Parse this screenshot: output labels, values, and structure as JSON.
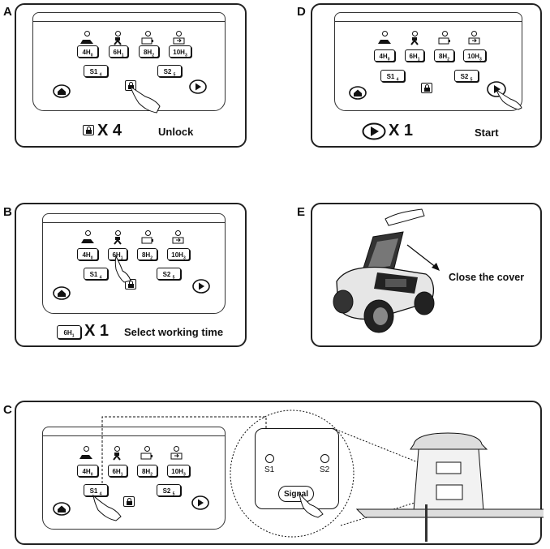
{
  "labels": {
    "a": "A",
    "b": "B",
    "c": "C",
    "d": "D",
    "e": "E"
  },
  "buttons": {
    "h4": "4H",
    "h4_sub": "0",
    "h6": "6H",
    "h6_sub": "1",
    "h8": "8H",
    "h8_sub": "2",
    "h10": "10H",
    "h10_sub": "3",
    "s1": "S1",
    "s1_sub": "4",
    "s2": "S2",
    "s2_sub": "5"
  },
  "captions": {
    "a_count": "X 4",
    "a_text": "Unlock",
    "d_count": "X 1",
    "d_text": "Start",
    "b_chip": "6H",
    "b_chip_sub": "1",
    "b_count": "X 1",
    "b_text": "Select working time",
    "e_text": "Close the cover"
  },
  "station": {
    "s1": "S1",
    "s2": "S2",
    "signal": "Signal"
  },
  "colors": {
    "line": "#111111",
    "background": "#ffffff"
  },
  "icons": [
    "mower-icon",
    "robot-icon",
    "battery-icon",
    "charging-icon",
    "home-icon",
    "play-icon",
    "lock-icon",
    "hand-pointer-icon"
  ]
}
